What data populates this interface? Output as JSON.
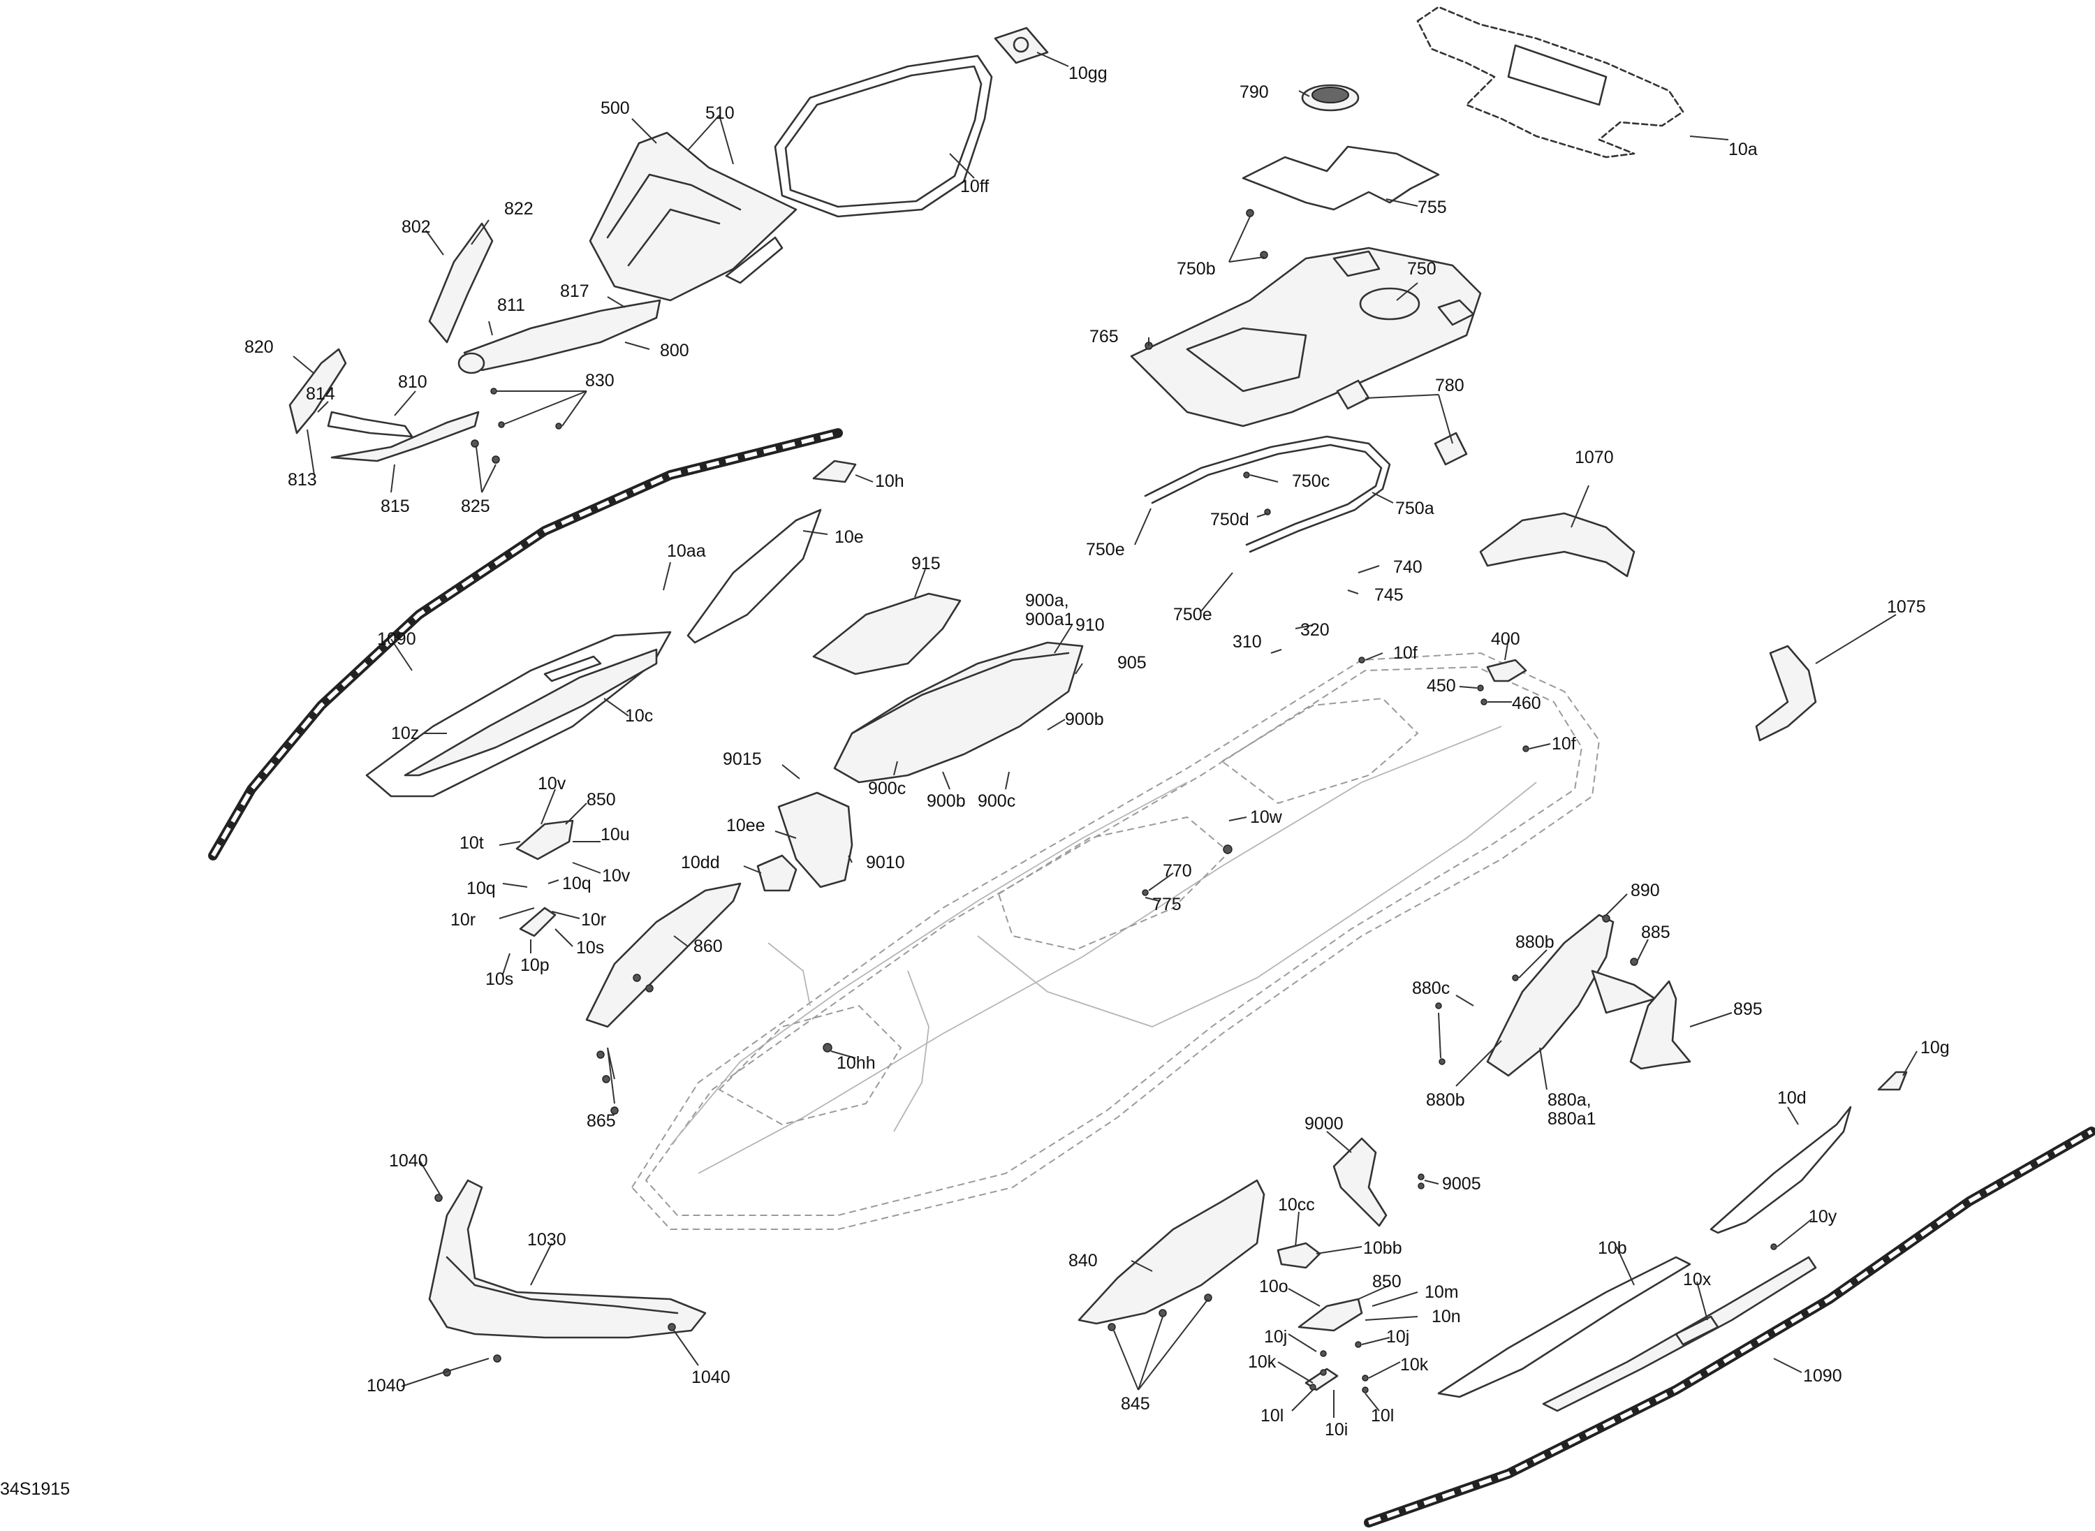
{
  "diagram": {
    "reference_code": "34S1915",
    "callouts": [
      {
        "id": "500",
        "text": "500"
      },
      {
        "id": "510",
        "text": "510"
      },
      {
        "id": "10gg",
        "text": "10gg"
      },
      {
        "id": "10ff",
        "text": "10ff"
      },
      {
        "id": "790",
        "text": "790"
      },
      {
        "id": "10a",
        "text": "10a"
      },
      {
        "id": "755",
        "text": "755"
      },
      {
        "id": "750b",
        "text": "750b"
      },
      {
        "id": "750",
        "text": "750"
      },
      {
        "id": "765",
        "text": "765"
      },
      {
        "id": "780",
        "text": "780"
      },
      {
        "id": "802",
        "text": "802"
      },
      {
        "id": "822",
        "text": "822"
      },
      {
        "id": "817",
        "text": "817"
      },
      {
        "id": "811",
        "text": "811"
      },
      {
        "id": "800",
        "text": "800"
      },
      {
        "id": "820",
        "text": "820"
      },
      {
        "id": "810",
        "text": "810"
      },
      {
        "id": "830",
        "text": "830"
      },
      {
        "id": "814",
        "text": "814"
      },
      {
        "id": "813",
        "text": "813"
      },
      {
        "id": "815",
        "text": "815"
      },
      {
        "id": "825",
        "text": "825"
      },
      {
        "id": "10h",
        "text": "10h"
      },
      {
        "id": "750c",
        "text": "750c"
      },
      {
        "id": "750d",
        "text": "750d"
      },
      {
        "id": "750a",
        "text": "750a"
      },
      {
        "id": "750e_1",
        "text": "750e"
      },
      {
        "id": "1070",
        "text": "1070"
      },
      {
        "id": "10e",
        "text": "10e"
      },
      {
        "id": "10aa",
        "text": "10aa"
      },
      {
        "id": "740",
        "text": "740"
      },
      {
        "id": "745",
        "text": "745"
      },
      {
        "id": "750e_2",
        "text": "750e"
      },
      {
        "id": "915",
        "text": "915"
      },
      {
        "id": "900a",
        "text": "900a,"
      },
      {
        "id": "900a1",
        "text": "900a1"
      },
      {
        "id": "910",
        "text": "910"
      },
      {
        "id": "320",
        "text": "320"
      },
      {
        "id": "1075",
        "text": "1075"
      },
      {
        "id": "1090_1",
        "text": "1090"
      },
      {
        "id": "905",
        "text": "905"
      },
      {
        "id": "310",
        "text": "310"
      },
      {
        "id": "10f_1",
        "text": "10f"
      },
      {
        "id": "400",
        "text": "400"
      },
      {
        "id": "450",
        "text": "450"
      },
      {
        "id": "460",
        "text": "460"
      },
      {
        "id": "10c",
        "text": "10c"
      },
      {
        "id": "900b_1",
        "text": "900b"
      },
      {
        "id": "10z",
        "text": "10z"
      },
      {
        "id": "10f_2",
        "text": "10f"
      },
      {
        "id": "9015",
        "text": "9015"
      },
      {
        "id": "900c_1",
        "text": "900c"
      },
      {
        "id": "900b_2",
        "text": "900b"
      },
      {
        "id": "900c_2",
        "text": "900c"
      },
      {
        "id": "10v_1",
        "text": "10v"
      },
      {
        "id": "850_1",
        "text": "850"
      },
      {
        "id": "10ee",
        "text": "10ee"
      },
      {
        "id": "10w",
        "text": "10w"
      },
      {
        "id": "10t",
        "text": "10t"
      },
      {
        "id": "10u",
        "text": "10u"
      },
      {
        "id": "10dd",
        "text": "10dd"
      },
      {
        "id": "9010",
        "text": "9010"
      },
      {
        "id": "10v_2",
        "text": "10v"
      },
      {
        "id": "10q_1",
        "text": "10q"
      },
      {
        "id": "10q_2",
        "text": "10q"
      },
      {
        "id": "770",
        "text": "770"
      },
      {
        "id": "890",
        "text": "890"
      },
      {
        "id": "10r_1",
        "text": "10r"
      },
      {
        "id": "10r_2",
        "text": "10r"
      },
      {
        "id": "775",
        "text": "775"
      },
      {
        "id": "885",
        "text": "885"
      },
      {
        "id": "880b_1",
        "text": "880b"
      },
      {
        "id": "10s_1",
        "text": "10s"
      },
      {
        "id": "860",
        "text": "860"
      },
      {
        "id": "10p",
        "text": "10p"
      },
      {
        "id": "10s_2",
        "text": "10s"
      },
      {
        "id": "880c",
        "text": "880c"
      },
      {
        "id": "895",
        "text": "895"
      },
      {
        "id": "10hh",
        "text": "10hh"
      },
      {
        "id": "10g",
        "text": "10g"
      },
      {
        "id": "865",
        "text": "865"
      },
      {
        "id": "880b_2",
        "text": "880b"
      },
      {
        "id": "880a",
        "text": "880a,"
      },
      {
        "id": "880a1",
        "text": "880a1"
      },
      {
        "id": "10d",
        "text": "10d"
      },
      {
        "id": "9000",
        "text": "9000"
      },
      {
        "id": "1040_1",
        "text": "1040"
      },
      {
        "id": "9005",
        "text": "9005"
      },
      {
        "id": "10y",
        "text": "10y"
      },
      {
        "id": "1030",
        "text": "1030"
      },
      {
        "id": "10cc",
        "text": "10cc"
      },
      {
        "id": "840",
        "text": "840"
      },
      {
        "id": "10bb",
        "text": "10bb"
      },
      {
        "id": "10b",
        "text": "10b"
      },
      {
        "id": "10x",
        "text": "10x"
      },
      {
        "id": "10o",
        "text": "10o"
      },
      {
        "id": "850_2",
        "text": "850"
      },
      {
        "id": "10m",
        "text": "10m"
      },
      {
        "id": "10n",
        "text": "10n"
      },
      {
        "id": "10j_1",
        "text": "10j"
      },
      {
        "id": "10j_2",
        "text": "10j"
      },
      {
        "id": "1040_2",
        "text": "1040"
      },
      {
        "id": "1040_3",
        "text": "1040"
      },
      {
        "id": "10k_1",
        "text": "10k"
      },
      {
        "id": "10k_2",
        "text": "10k"
      },
      {
        "id": "1090_2",
        "text": "1090"
      },
      {
        "id": "845",
        "text": "845"
      },
      {
        "id": "10l_1",
        "text": "10l"
      },
      {
        "id": "10i",
        "text": "10i"
      },
      {
        "id": "10l_2",
        "text": "10l"
      }
    ]
  }
}
